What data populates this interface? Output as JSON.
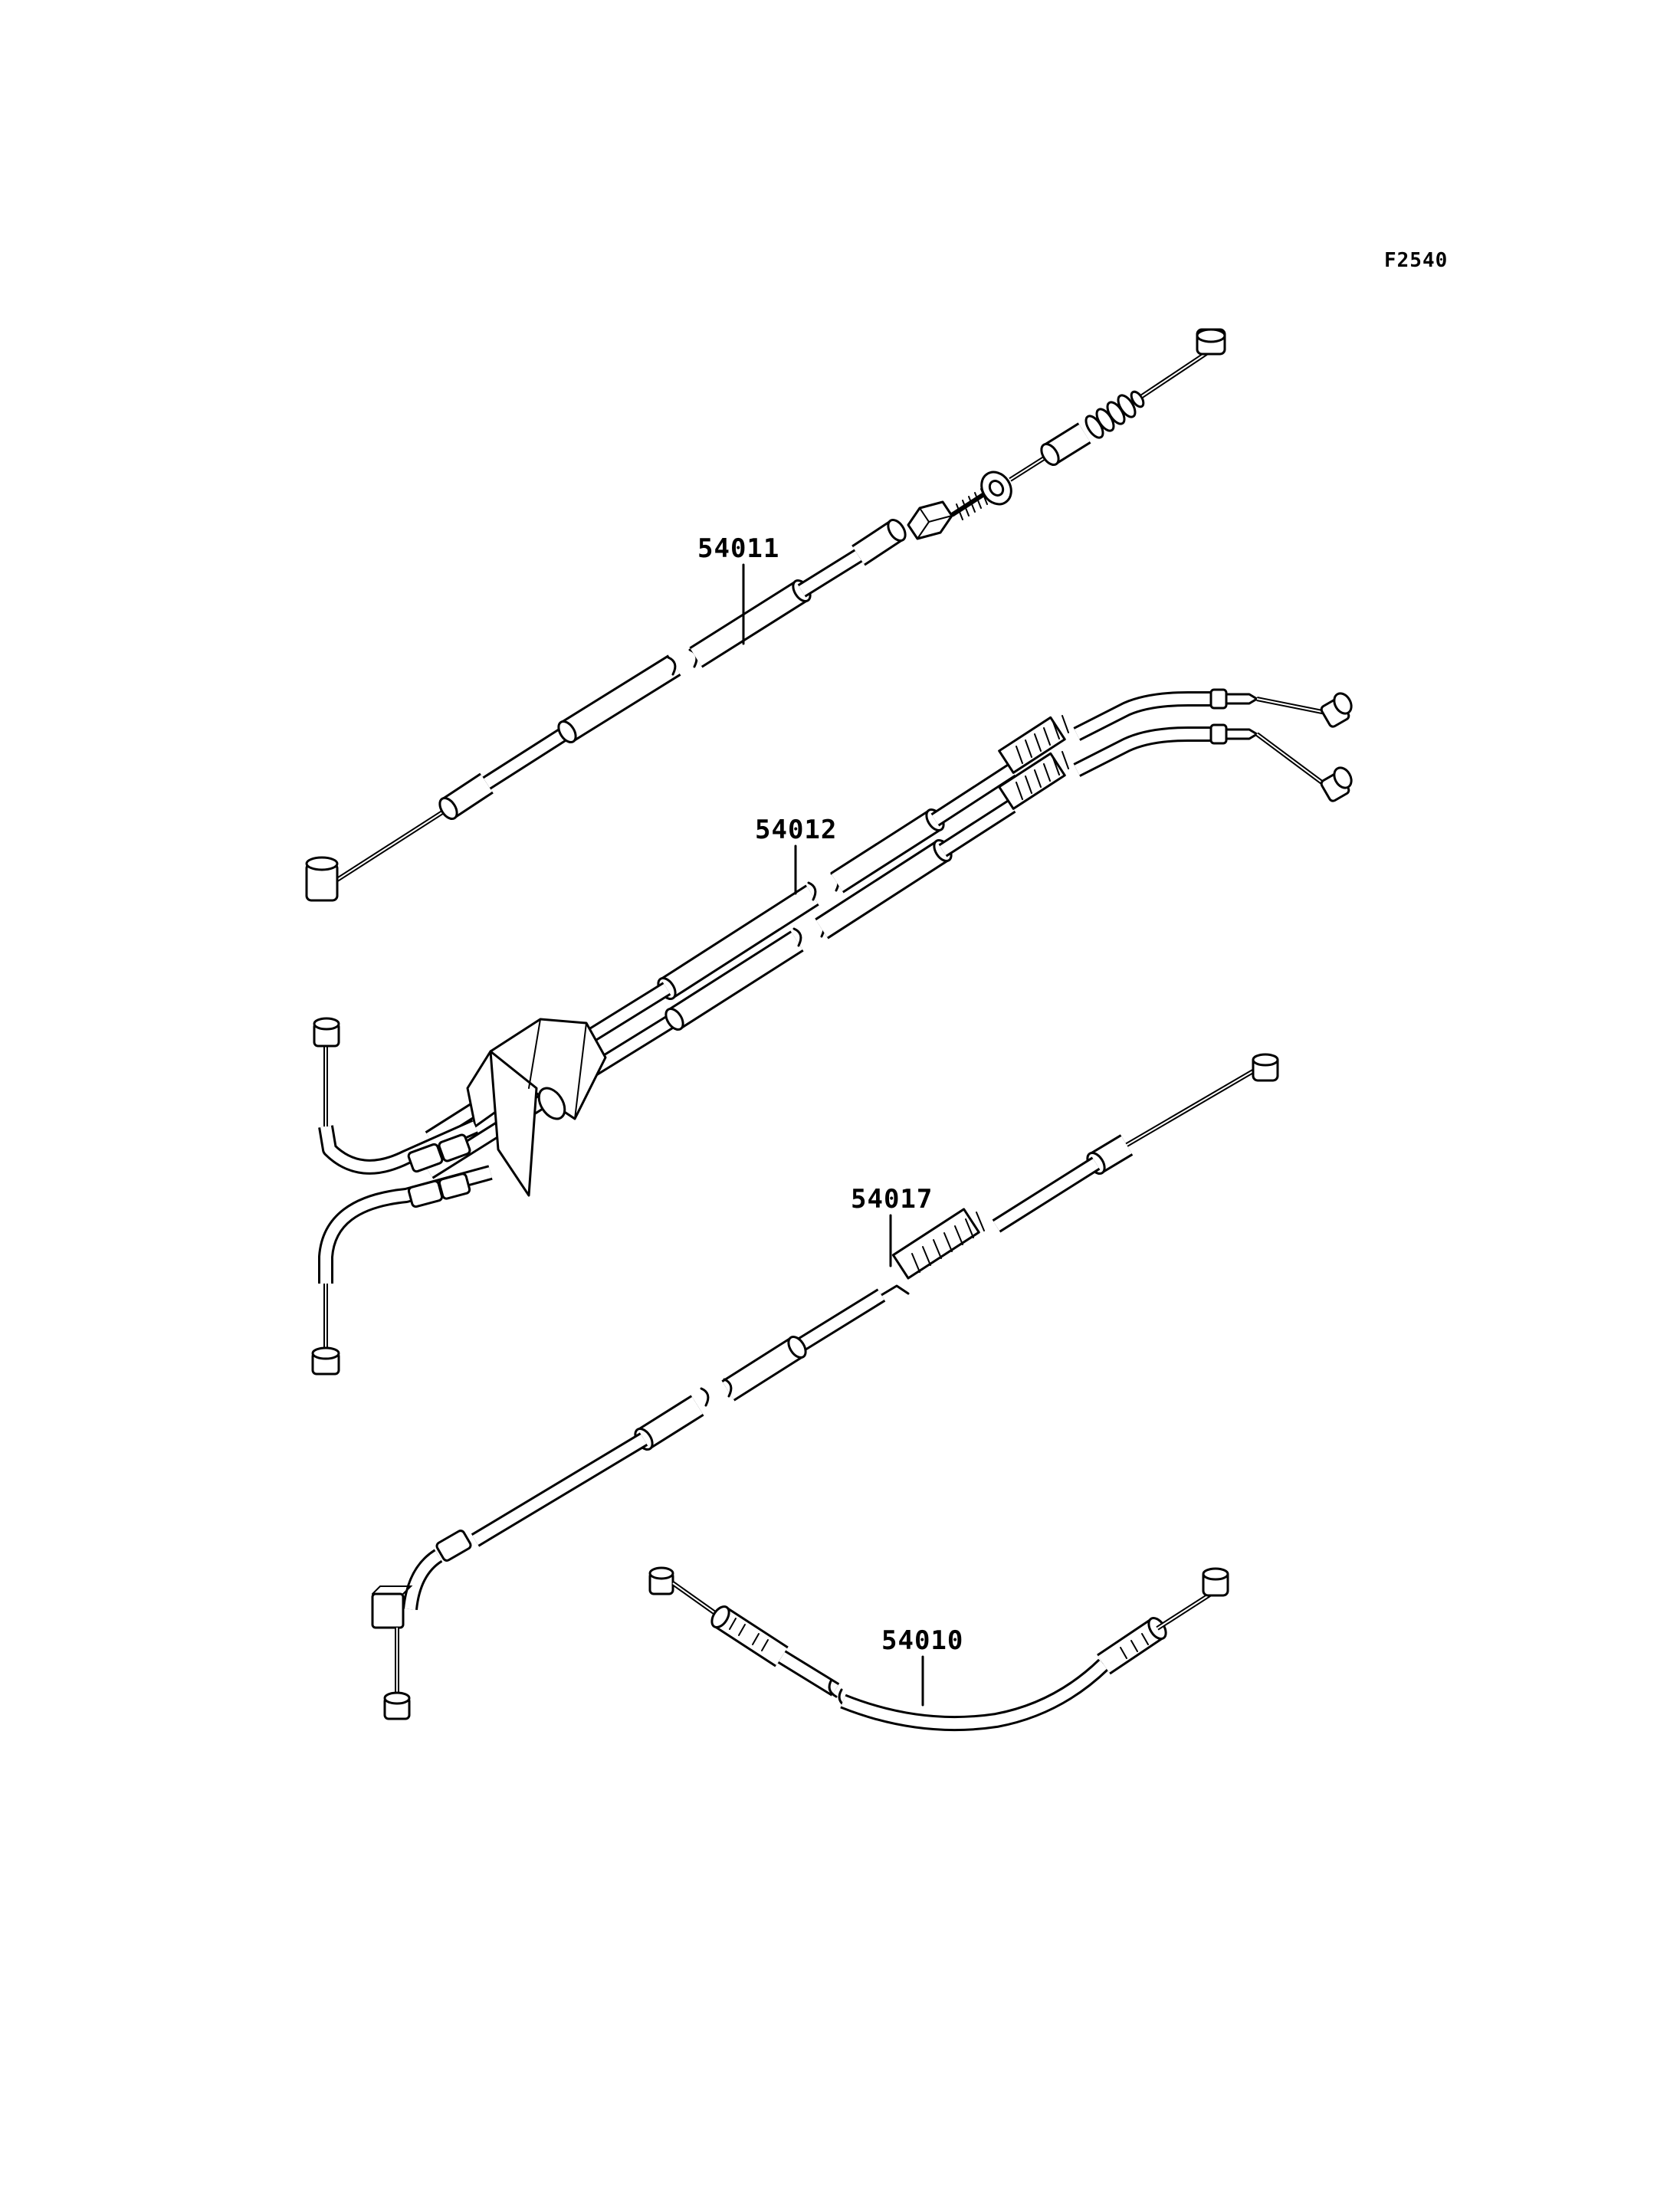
{
  "diagram_code": "F2540",
  "parts": [
    {
      "part_number": "54011"
    },
    {
      "part_number": "54012"
    },
    {
      "part_number": "54017"
    },
    {
      "part_number": "54010"
    }
  ]
}
